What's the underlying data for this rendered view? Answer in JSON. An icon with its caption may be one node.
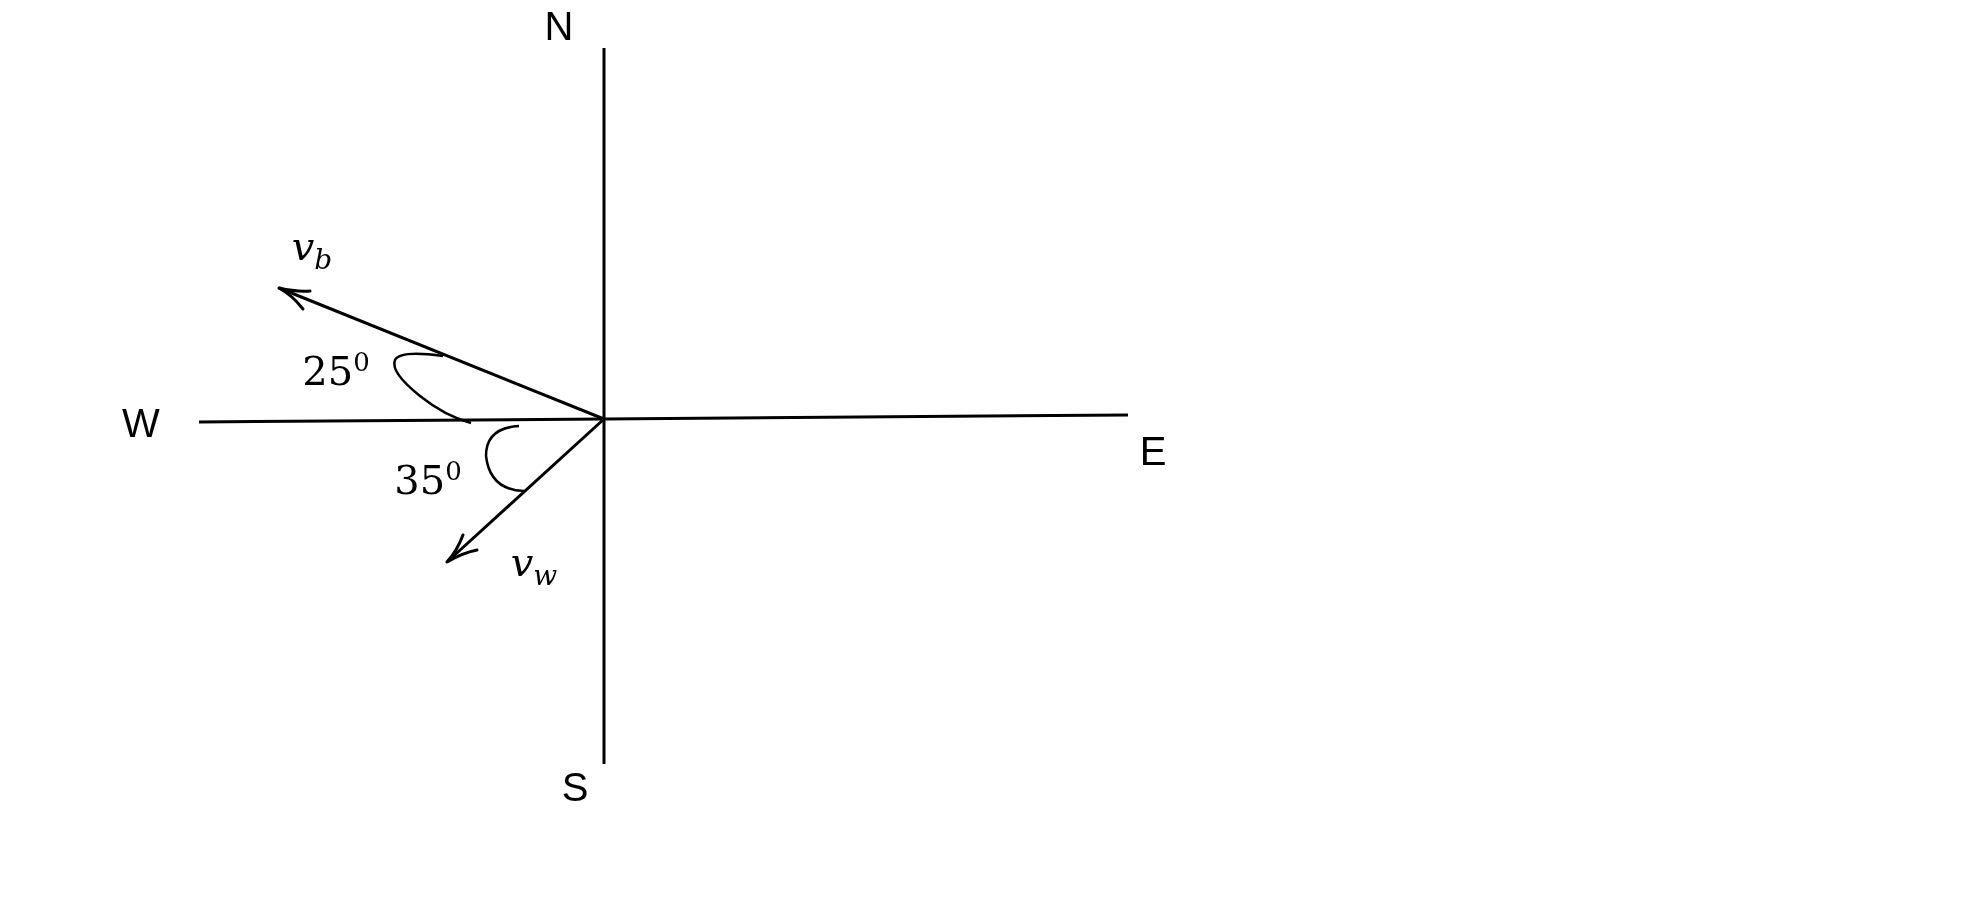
{
  "diagram": {
    "labels": [
      "N",
      "v$_{b}$",
      "25$^{0}$",
      "W",
      "E",
      "35$^{0}$",
      "v$_{w}$",
      "S"
    ]
  }
}
